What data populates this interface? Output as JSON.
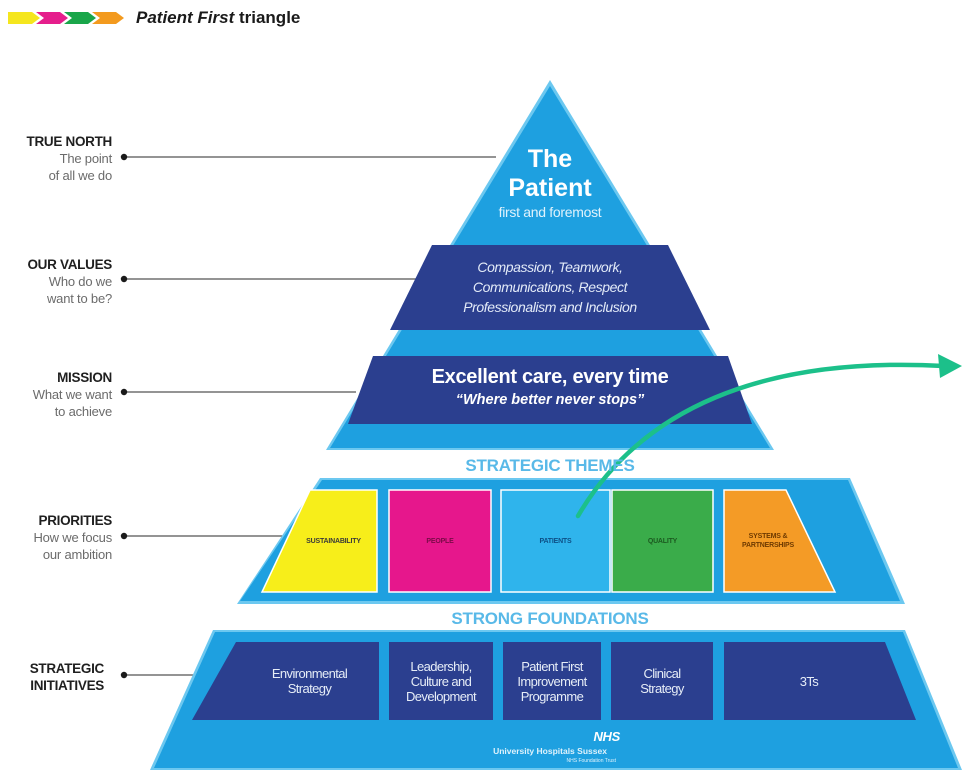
{
  "header": {
    "title_italic": "Patient First",
    "title_rest": " triangle",
    "chevron_colors": [
      "#f5e61e",
      "#e51e8c",
      "#1aa64a",
      "#f39a1e"
    ]
  },
  "left_labels": [
    {
      "heading": "TRUE NORTH",
      "lines": [
        "The point",
        "of all we do"
      ]
    },
    {
      "heading": "OUR VALUES",
      "lines": [
        "Who do we",
        "want to be?"
      ]
    },
    {
      "heading": "MISSION",
      "lines": [
        "What we want",
        "to achieve"
      ]
    },
    {
      "heading": "PRIORITIES",
      "lines": [
        "How we focus",
        "our ambition"
      ]
    },
    {
      "heading": "STRATEGIC",
      "lines": [
        "INITIATIVES"
      ]
    }
  ],
  "apex": {
    "line1": "The",
    "line2": "Patient",
    "line3": "first and foremost"
  },
  "values": {
    "lines": [
      "Compassion, Teamwork,",
      "Communications, Respect",
      "Professionalism and Inclusion"
    ]
  },
  "mission": {
    "title": "Excellent care, every time",
    "tagline": "“Where better never stops”"
  },
  "strategic_themes": {
    "label": "STRATEGIC THEMES",
    "items": [
      {
        "label": "SUSTAINABILITY",
        "color": "#f7ee1a",
        "text_color": "#3a3a3a"
      },
      {
        "label": "PEOPLE",
        "color": "#e6178c",
        "text_color": "#7a0a48"
      },
      {
        "label": "PATIENTS",
        "color": "#2fb4ec",
        "text_color": "#0d4f86"
      },
      {
        "label": "QUALITY",
        "color": "#3aac4a",
        "text_color": "#1c5a20"
      },
      {
        "label": "SYSTEMS & PARTNERSHIPS",
        "color": "#f49b26",
        "text_color": "#6e3a00"
      }
    ]
  },
  "foundations": {
    "label": "STRONG FOUNDATIONS",
    "initiatives": [
      {
        "lines": [
          "Environmental",
          "Strategy"
        ]
      },
      {
        "lines": [
          "Leadership,",
          "Culture and",
          "Development"
        ]
      },
      {
        "lines": [
          "Patient First",
          "Improvement",
          "Programme"
        ]
      },
      {
        "lines": [
          "Clinical",
          "Strategy"
        ]
      },
      {
        "lines": [
          "3Ts"
        ]
      }
    ]
  },
  "nhs": {
    "logo": "NHS",
    "line1": "University Hospitals Sussex",
    "line2": "NHS Foundation Trust"
  },
  "colors": {
    "pyramid_blue": "#1ea0e0",
    "light_blue": "#5ec4ef",
    "navy": "#2b3f8f",
    "heading_blue": "#59b9e8",
    "arrow_green": "#1cc08a"
  }
}
